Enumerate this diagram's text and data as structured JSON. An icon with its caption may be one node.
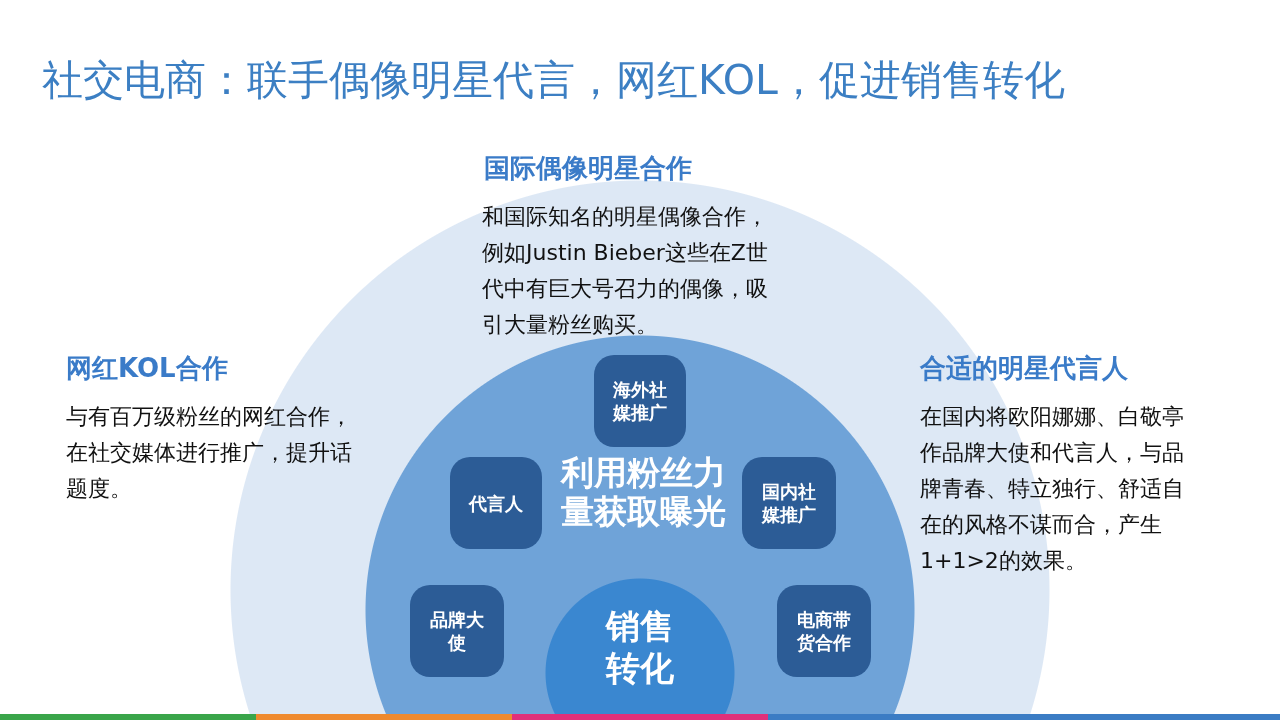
{
  "diagram": {
    "title": "社交电商：联手偶像明星代言，网红KOL，促进销售转化",
    "nodes": [
      {
        "text": [
          "利用粉丝力量获取曝光"
        ]
      },
      {
        "text": [
          "海外社媒推广"
        ],
        "in": 0
      },
      {
        "text": [
          "代言人"
        ],
        "in": 0
      },
      {
        "text": [
          "国内社媒推广"
        ],
        "in": 0
      },
      {
        "text": [
          "品牌大使"
        ],
        "in": 0
      },
      {
        "text": [
          "电商带货合作"
        ],
        "in": 0
      },
      {
        "text": [
          "销售转化"
        ],
        "in": 0
      }
    ],
    "labels": [
      "国际偶像明星合作",
      "和国际知名的明星偶像合作，例如Justin Bieber这些在Z世代中有巨大号召力的偶像，吸引大量粉丝购买。",
      "网红KOL合作",
      "与有百万级粉丝的网红合作，在社交媒体进行推广，提升话题度。",
      "合适的明星代言人",
      "在国内将欧阳娜娜、白敬亭作品牌大使和代言人，与品牌青春、特立独行、舒适自在的风格不谋而合，产生1+1>2的效果。"
    ]
  }
}
